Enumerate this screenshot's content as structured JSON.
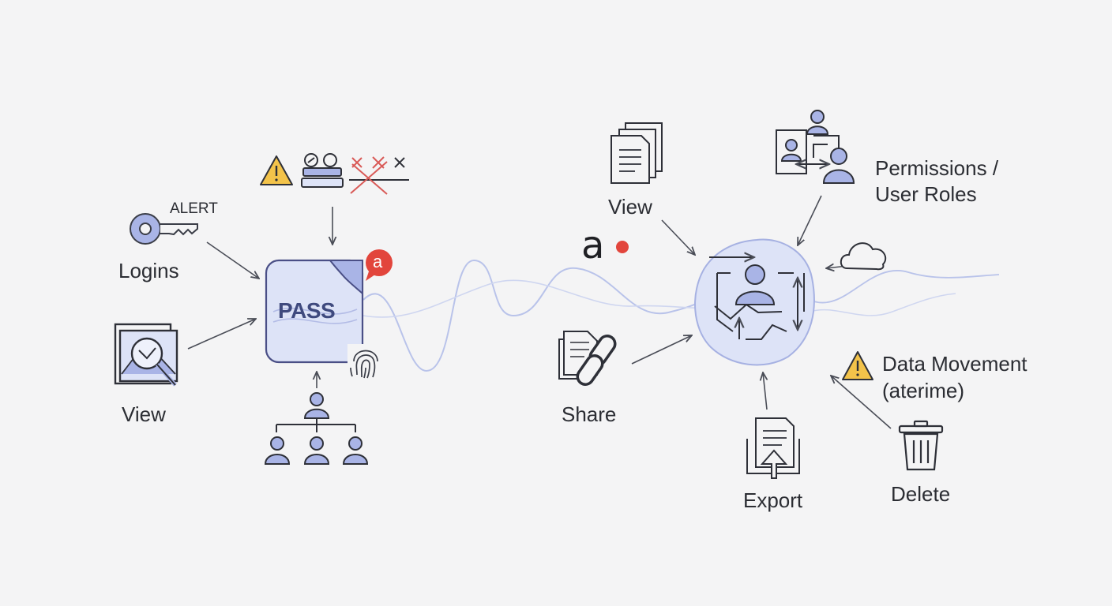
{
  "labels": {
    "alert": "ALERT",
    "logins": "Logins",
    "view_left": "View",
    "pass": "PASS",
    "view_right": "View",
    "permissions_line1": "Permissions /",
    "permissions_line2": "User Roles",
    "share": "Share",
    "data_movement_line1": "Data Movement",
    "data_movement_line2": "(aterime)",
    "export": "Export",
    "delete": "Delete",
    "brand_letter": "a",
    "badge_letter": "a"
  },
  "colors": {
    "accent_fill": "#dde3f7",
    "accent_stroke": "#5b63a8",
    "icon_blue": "#a9b4e6",
    "warning": "#f3c34a",
    "alert_red": "#e2453c",
    "ink": "#2b2d33"
  },
  "icons": [
    "key-icon",
    "image-search-icon",
    "warning-icon",
    "dashboard-icon",
    "x-marks-icon",
    "fingerprint-icon",
    "org-chart-icon",
    "documents-icon",
    "user-roles-icon",
    "cloud-icon",
    "share-link-icon",
    "export-icon",
    "trash-icon",
    "user-hub-icon"
  ]
}
